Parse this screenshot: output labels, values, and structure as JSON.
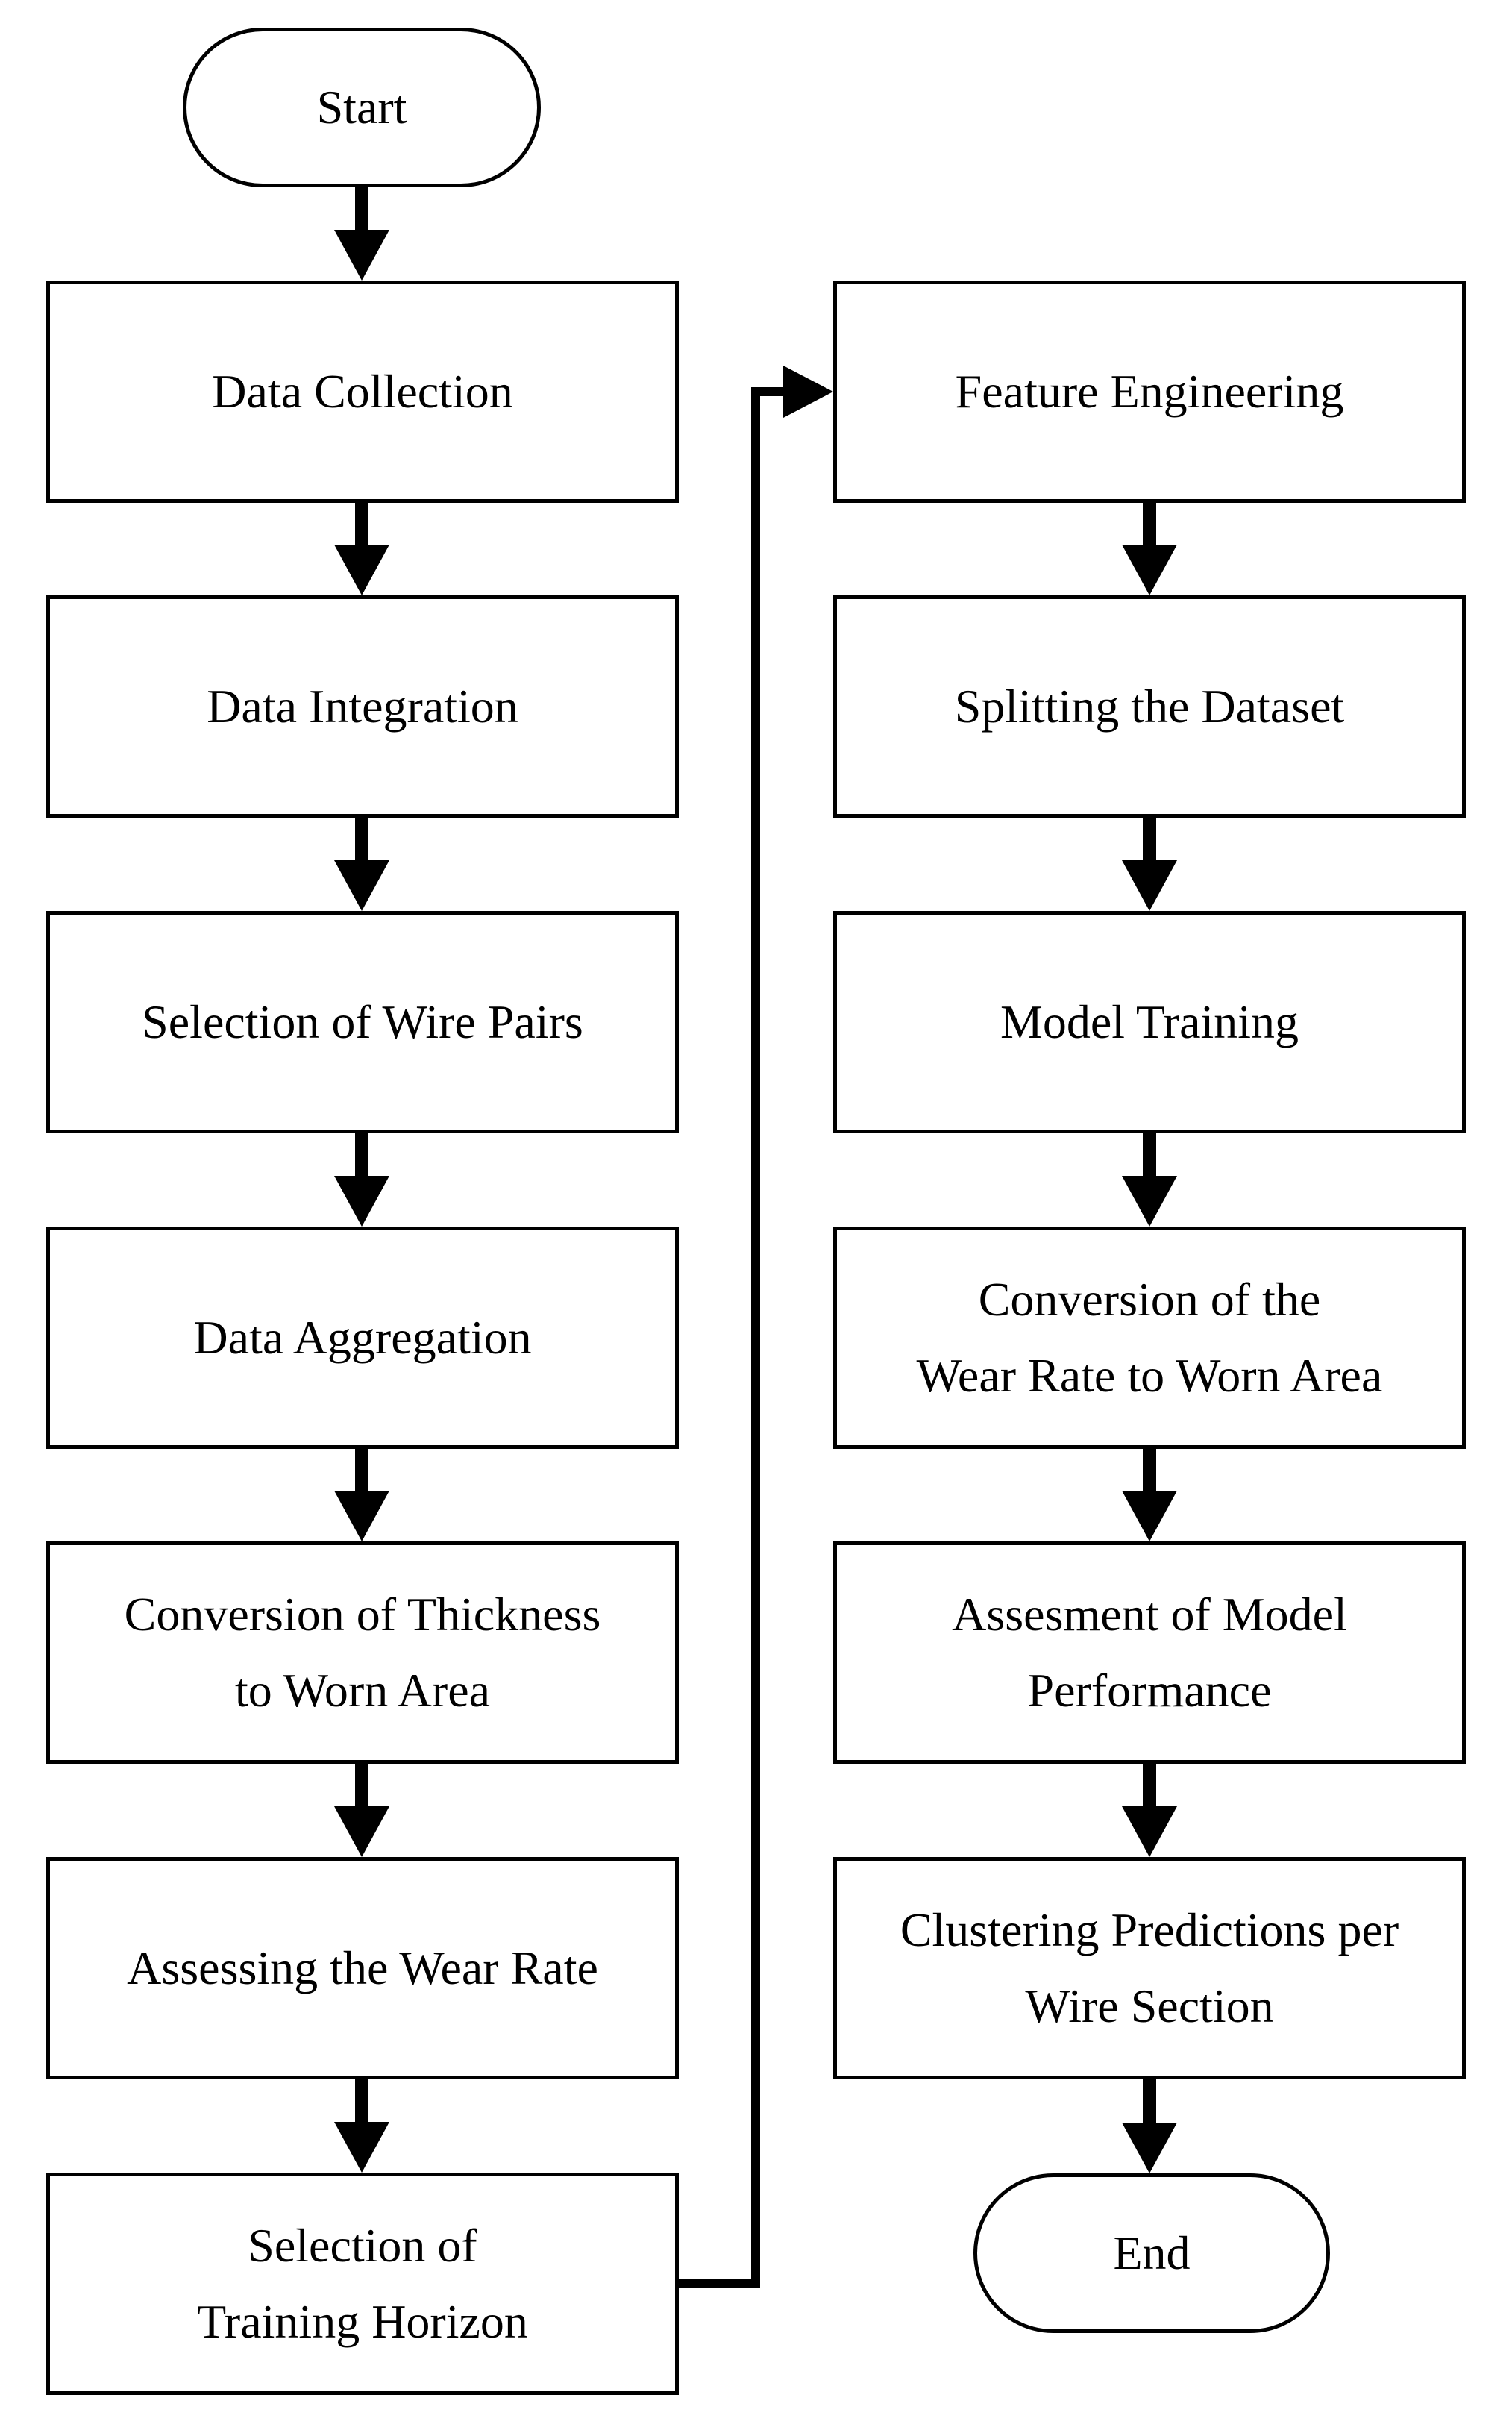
{
  "flowchart": {
    "start_label": "Start",
    "end_label": "End",
    "left_column": [
      "Data Collection",
      "Data Integration",
      "Selection of Wire Pairs",
      "Data Aggregation",
      "Conversion of Thickness\nto Worn Area",
      "Assessing the Wear Rate",
      "Selection of\nTraining Horizon"
    ],
    "right_column": [
      "Feature Engineering",
      "Splitting the Dataset",
      "Model Training",
      "Conversion of the\nWear Rate to Worn Area",
      "Assesment of Model\nPerformance",
      "Clustering Predictions per\nWire Section"
    ]
  }
}
